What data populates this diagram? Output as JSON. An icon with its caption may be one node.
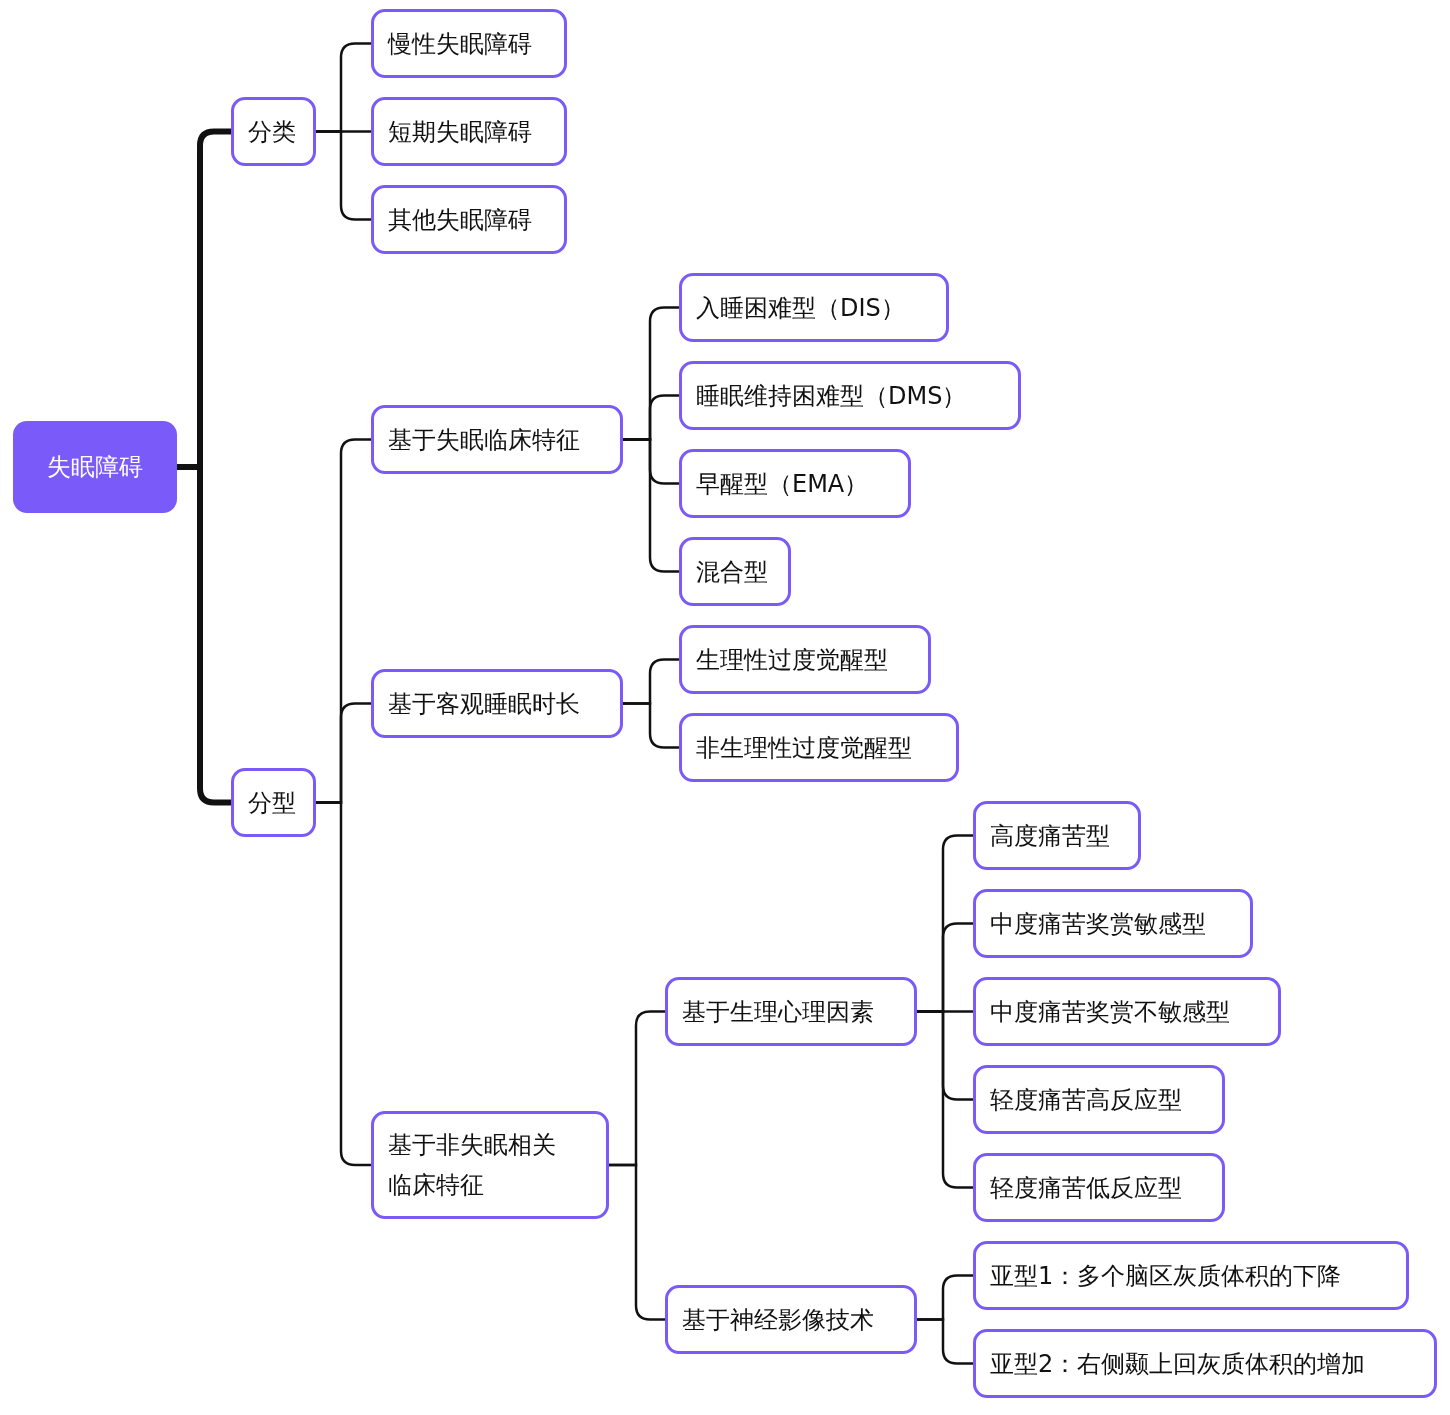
{
  "diagram": {
    "nodes": [
      {
        "text": [
          "失眠障碍"
        ]
      },
      {
        "text": [
          "分类"
        ]
      },
      {
        "text": [
          "慢性失眠障碍"
        ]
      },
      {
        "text": [
          "短期失眠障碍"
        ]
      },
      {
        "text": [
          "其他失眠障碍"
        ]
      },
      {
        "text": [
          "分型"
        ]
      },
      {
        "text": [
          "基于失眠临床特征"
        ]
      },
      {
        "text": [
          "入睡困难型（DIS）"
        ]
      },
      {
        "text": [
          "睡眠维持困难型（DMS）"
        ]
      },
      {
        "text": [
          "早醒型（EMA）"
        ]
      },
      {
        "text": [
          "混合型"
        ]
      },
      {
        "text": [
          "基于客观睡眠时长"
        ]
      },
      {
        "text": [
          "生理性过度觉醒型"
        ]
      },
      {
        "text": [
          "非生理性过度觉醒型"
        ]
      },
      {
        "text": [
          "基于非失眠相关临床特征"
        ]
      },
      {
        "text": [
          "基于生理心理因素"
        ]
      },
      {
        "text": [
          "高度痛苦型"
        ]
      },
      {
        "text": [
          "中度痛苦奖赏敏感型"
        ]
      },
      {
        "text": [
          "中度痛苦奖赏不敏感型"
        ]
      },
      {
        "text": [
          "轻度痛苦高反应型"
        ]
      },
      {
        "text": [
          "轻度痛苦低反应型"
        ]
      },
      {
        "text": [
          "基于神经影像技术"
        ]
      },
      {
        "text": [
          "亚型1：多个脑区灰质体积的下降"
        ]
      },
      {
        "text": [
          "亚型2：右侧颞上回灰质体积的增加"
        ]
      }
    ],
    "edges": [
      {
        "from": 0,
        "to": 1,
        "arrow": "none",
        "style": "thick"
      },
      {
        "from": 0,
        "to": 5,
        "arrow": "none",
        "style": "thick"
      },
      {
        "from": 1,
        "to": 2,
        "arrow": "none"
      },
      {
        "from": 1,
        "to": 3,
        "arrow": "none"
      },
      {
        "from": 1,
        "to": 4,
        "arrow": "none"
      },
      {
        "from": 5,
        "to": 6,
        "arrow": "none"
      },
      {
        "from": 5,
        "to": 11,
        "arrow": "none"
      },
      {
        "from": 5,
        "to": 14,
        "arrow": "none"
      },
      {
        "from": 6,
        "to": 7,
        "arrow": "none"
      },
      {
        "from": 6,
        "to": 8,
        "arrow": "none"
      },
      {
        "from": 6,
        "to": 9,
        "arrow": "none"
      },
      {
        "from": 6,
        "to": 10,
        "arrow": "none"
      },
      {
        "from": 11,
        "to": 12,
        "arrow": "none"
      },
      {
        "from": 11,
        "to": 13,
        "arrow": "none"
      },
      {
        "from": 14,
        "to": 15,
        "arrow": "none"
      },
      {
        "from": 14,
        "to": 21,
        "arrow": "none"
      },
      {
        "from": 15,
        "to": 16,
        "arrow": "none"
      },
      {
        "from": 15,
        "to": 17,
        "arrow": "none"
      },
      {
        "from": 15,
        "to": 18,
        "arrow": "none"
      },
      {
        "from": 15,
        "to": 19,
        "arrow": "none"
      },
      {
        "from": 15,
        "to": 20,
        "arrow": "none"
      },
      {
        "from": 21,
        "to": 22,
        "arrow": "none"
      },
      {
        "from": 21,
        "to": 23,
        "arrow": "none"
      }
    ]
  }
}
